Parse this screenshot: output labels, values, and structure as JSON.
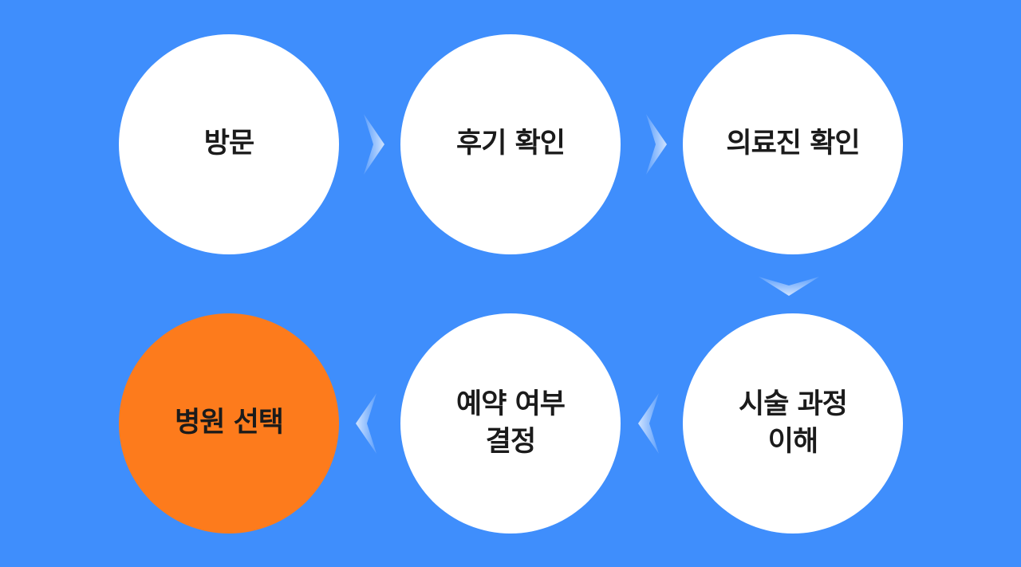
{
  "flow": {
    "steps": [
      {
        "label": "방문"
      },
      {
        "label": "후기 확인"
      },
      {
        "label": "의료진 확인"
      },
      {
        "label": "시술 과정\n이해"
      },
      {
        "label": "예약 여부\n결정"
      },
      {
        "label": "병원 선택"
      }
    ],
    "arrows": [
      {
        "icon": "chevron-right-icon"
      },
      {
        "icon": "chevron-right-icon"
      },
      {
        "icon": "chevron-down-icon"
      },
      {
        "icon": "chevron-left-icon"
      },
      {
        "icon": "chevron-left-icon"
      }
    ]
  },
  "colors": {
    "background": "#3f8efc",
    "step_fill": "#ffffff",
    "final_step_fill": "#fd7b1c",
    "text": "#1b1b1b",
    "arrow": "#ffffff"
  }
}
